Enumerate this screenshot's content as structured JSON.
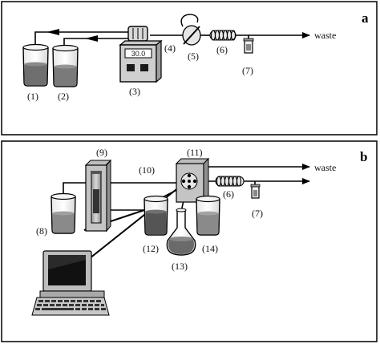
{
  "panel_a": {
    "letter": "a",
    "waste_label": "waste",
    "pump_display": "30.0",
    "labels": {
      "l1": "(1)",
      "l2": "(2)",
      "l3": "(3)",
      "l4": "(4)",
      "l5": "(5)",
      "l6": "(6)",
      "l7": "(7)"
    }
  },
  "panel_b": {
    "letter": "b",
    "waste_label": "waste",
    "labels": {
      "l6": "(6)",
      "l7": "(7)",
      "l8": "(8)",
      "l9": "(9)",
      "l10": "(10)",
      "l11": "(11)",
      "l12": "(12)",
      "l13": "(13)",
      "l14": "(14)"
    }
  }
}
